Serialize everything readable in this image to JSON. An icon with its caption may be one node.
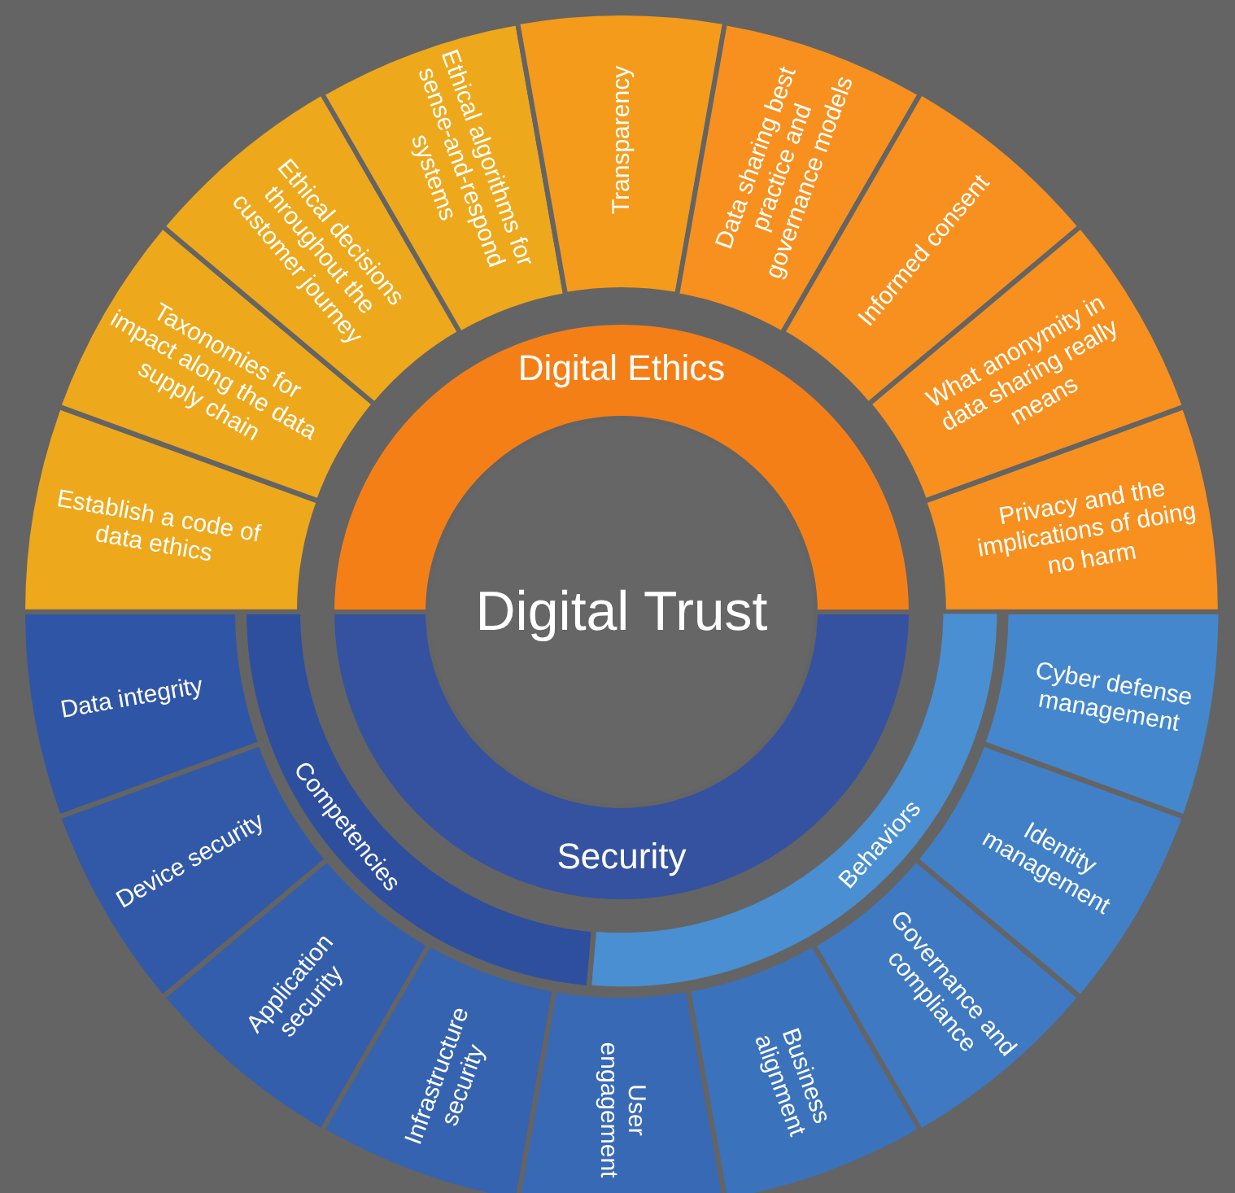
{
  "diagram": {
    "nodes": [
      {
        "text": [
          "Digital Trust"
        ]
      },
      {
        "text": [
          "Digital Ethics"
        ]
      },
      {
        "text": [
          "Security"
        ]
      },
      {
        "text": [
          "Establish a code of data ethics"
        ]
      },
      {
        "text": [
          "Taxonomies for impact along the data supply chain"
        ]
      },
      {
        "text": [
          "Ethical decisions throughout the customer journey"
        ]
      },
      {
        "text": [
          "Ethical algorithms for sense-and-respond systems"
        ]
      },
      {
        "text": [
          "Transparency"
        ]
      },
      {
        "text": [
          "Data sharing best practice and governance models"
        ]
      },
      {
        "text": [
          "Informed consent"
        ]
      },
      {
        "text": [
          "What anonymity in data sharing really means"
        ]
      },
      {
        "text": [
          "Privacy and the implications of doing no harm"
        ]
      },
      {
        "text": [
          "Competencies"
        ]
      },
      {
        "text": [
          "Behaviors"
        ]
      },
      {
        "text": [
          "Data integrity"
        ]
      },
      {
        "text": [
          "Device security"
        ]
      },
      {
        "text": [
          "Application security"
        ]
      },
      {
        "text": [
          "Infrastructure security"
        ]
      },
      {
        "text": [
          "User engagement"
        ]
      },
      {
        "text": [
          "Business alignment"
        ]
      },
      {
        "text": [
          "Governance and compliance"
        ]
      },
      {
        "text": [
          "Identity management"
        ]
      },
      {
        "text": [
          "Cyber defense management"
        ]
      }
    ]
  }
}
